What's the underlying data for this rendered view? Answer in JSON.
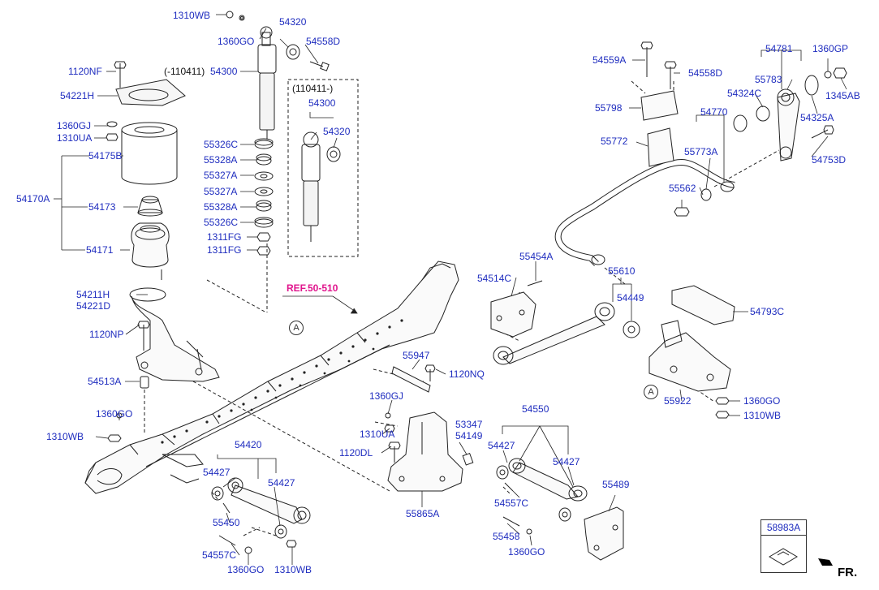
{
  "labels": {
    "l1310WB_a": "1310WB",
    "l54320_a": "54320",
    "l1360GO_a": "1360GO",
    "l54558D_a": "54558D",
    "l110411_before": "(-110411)",
    "l54300_a": "54300",
    "l1120NF": "1120NF",
    "l54221H_a": "54221H",
    "l1360GJ_a": "1360GJ",
    "l1310UA_a": "1310UA",
    "l54175B": "54175B",
    "l54170A": "54170A",
    "l54173": "54173",
    "l54171": "54171",
    "l55326C_a": "55326C",
    "l55328A_a": "55328A",
    "l55327A_a": "55327A",
    "l55327A_b": "55327A",
    "l55328A_b": "55328A",
    "l55326C_b": "55326C",
    "l1311FG_a": "1311FG",
    "l1311FG_b": "1311FG",
    "l110411_after": "(110411-)",
    "l54300_b": "54300",
    "l54320_b": "54320",
    "l54211H": "54211H",
    "l54221D": "54221D",
    "l1120NP": "1120NP",
    "l54513A": "54513A",
    "l1360GO_b": "1360GO",
    "l1310WB_b": "1310WB",
    "l54420": "54420",
    "l54427_a": "54427",
    "l54427_b": "54427",
    "l55450": "55450",
    "l54557C_a": "54557C",
    "l1360GO_c": "1360GO",
    "l1310WB_c": "1310WB",
    "l55947": "55947",
    "l1120NQ": "1120NQ",
    "l1360GJ_b": "1360GJ",
    "l1310UA_b": "1310UA",
    "l1120DL": "1120DL",
    "l55865A": "55865A",
    "l53347": "53347",
    "l54149": "54149",
    "l54550": "54550",
    "l54427_c": "54427",
    "l54427_d": "54427",
    "l54557C_b": "54557C",
    "l55458": "55458",
    "l1360GO_d": "1360GO",
    "l55489": "55489",
    "l54559A": "54559A",
    "l54558D_b": "54558D",
    "l55798": "55798",
    "l55772": "55772",
    "l54781": "54781",
    "l1360GP": "1360GP",
    "l55783": "55783",
    "l54324C": "54324C",
    "l1345AB": "1345AB",
    "l54770": "54770",
    "l54325A": "54325A",
    "l55773A": "55773A",
    "l54753D": "54753D",
    "l55562": "55562",
    "l54454A": "55454A",
    "l54514C": "54514C",
    "l55610": "55610",
    "l54449": "54449",
    "l54793C": "54793C",
    "l55922": "55922",
    "l1360GO_e": "1360GO",
    "l1310WB_d": "1310WB",
    "l58983A": "58983A"
  },
  "ref_link": "REF.50-510",
  "view_markers": {
    "a1": "A",
    "a2": "A"
  },
  "direction": "FR."
}
